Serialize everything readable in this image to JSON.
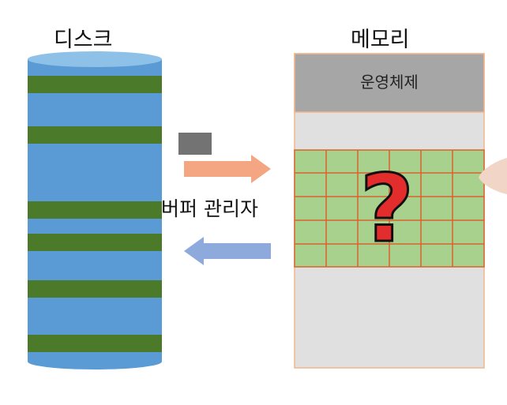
{
  "disk": {
    "label": "디스크"
  },
  "memory": {
    "label": "메모리",
    "os_label": "운영체제"
  },
  "buffer_manager": {
    "label": "버퍼 관리자"
  },
  "question_mark": "?",
  "colors": {
    "disk_blue": "#5a9bd5",
    "disk_band": "#4b7b2a",
    "memory_gray": "#a6a6a6",
    "memory_light": "#e0e0e0",
    "memory_border": "#f2b58a",
    "grid_fill": "#a9d18e",
    "grid_line": "#d9622b",
    "arrow_right": "#f4a582",
    "arrow_left": "#8ea9db",
    "page_block": "#737373",
    "question_mark": "#e32c2c"
  }
}
